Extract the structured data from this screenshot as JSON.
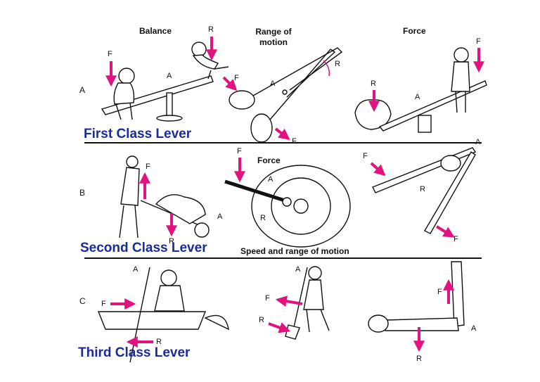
{
  "headers": {
    "balance": "Balance",
    "range": "Range of\nmotion",
    "force": "Force"
  },
  "rows": {
    "a": "A",
    "b": "B",
    "c": "C"
  },
  "classes": {
    "first": "First Class Lever",
    "second": "Second Class Lever",
    "third": "Third Class Lever"
  },
  "labels": {
    "f": "F",
    "r": "R",
    "a": "A",
    "force_mid": "Force",
    "speed": "Speed and range of motion"
  },
  "colors": {
    "arrow": "#e0137f",
    "class_text": "#1a2b9a",
    "line": "#111111"
  }
}
